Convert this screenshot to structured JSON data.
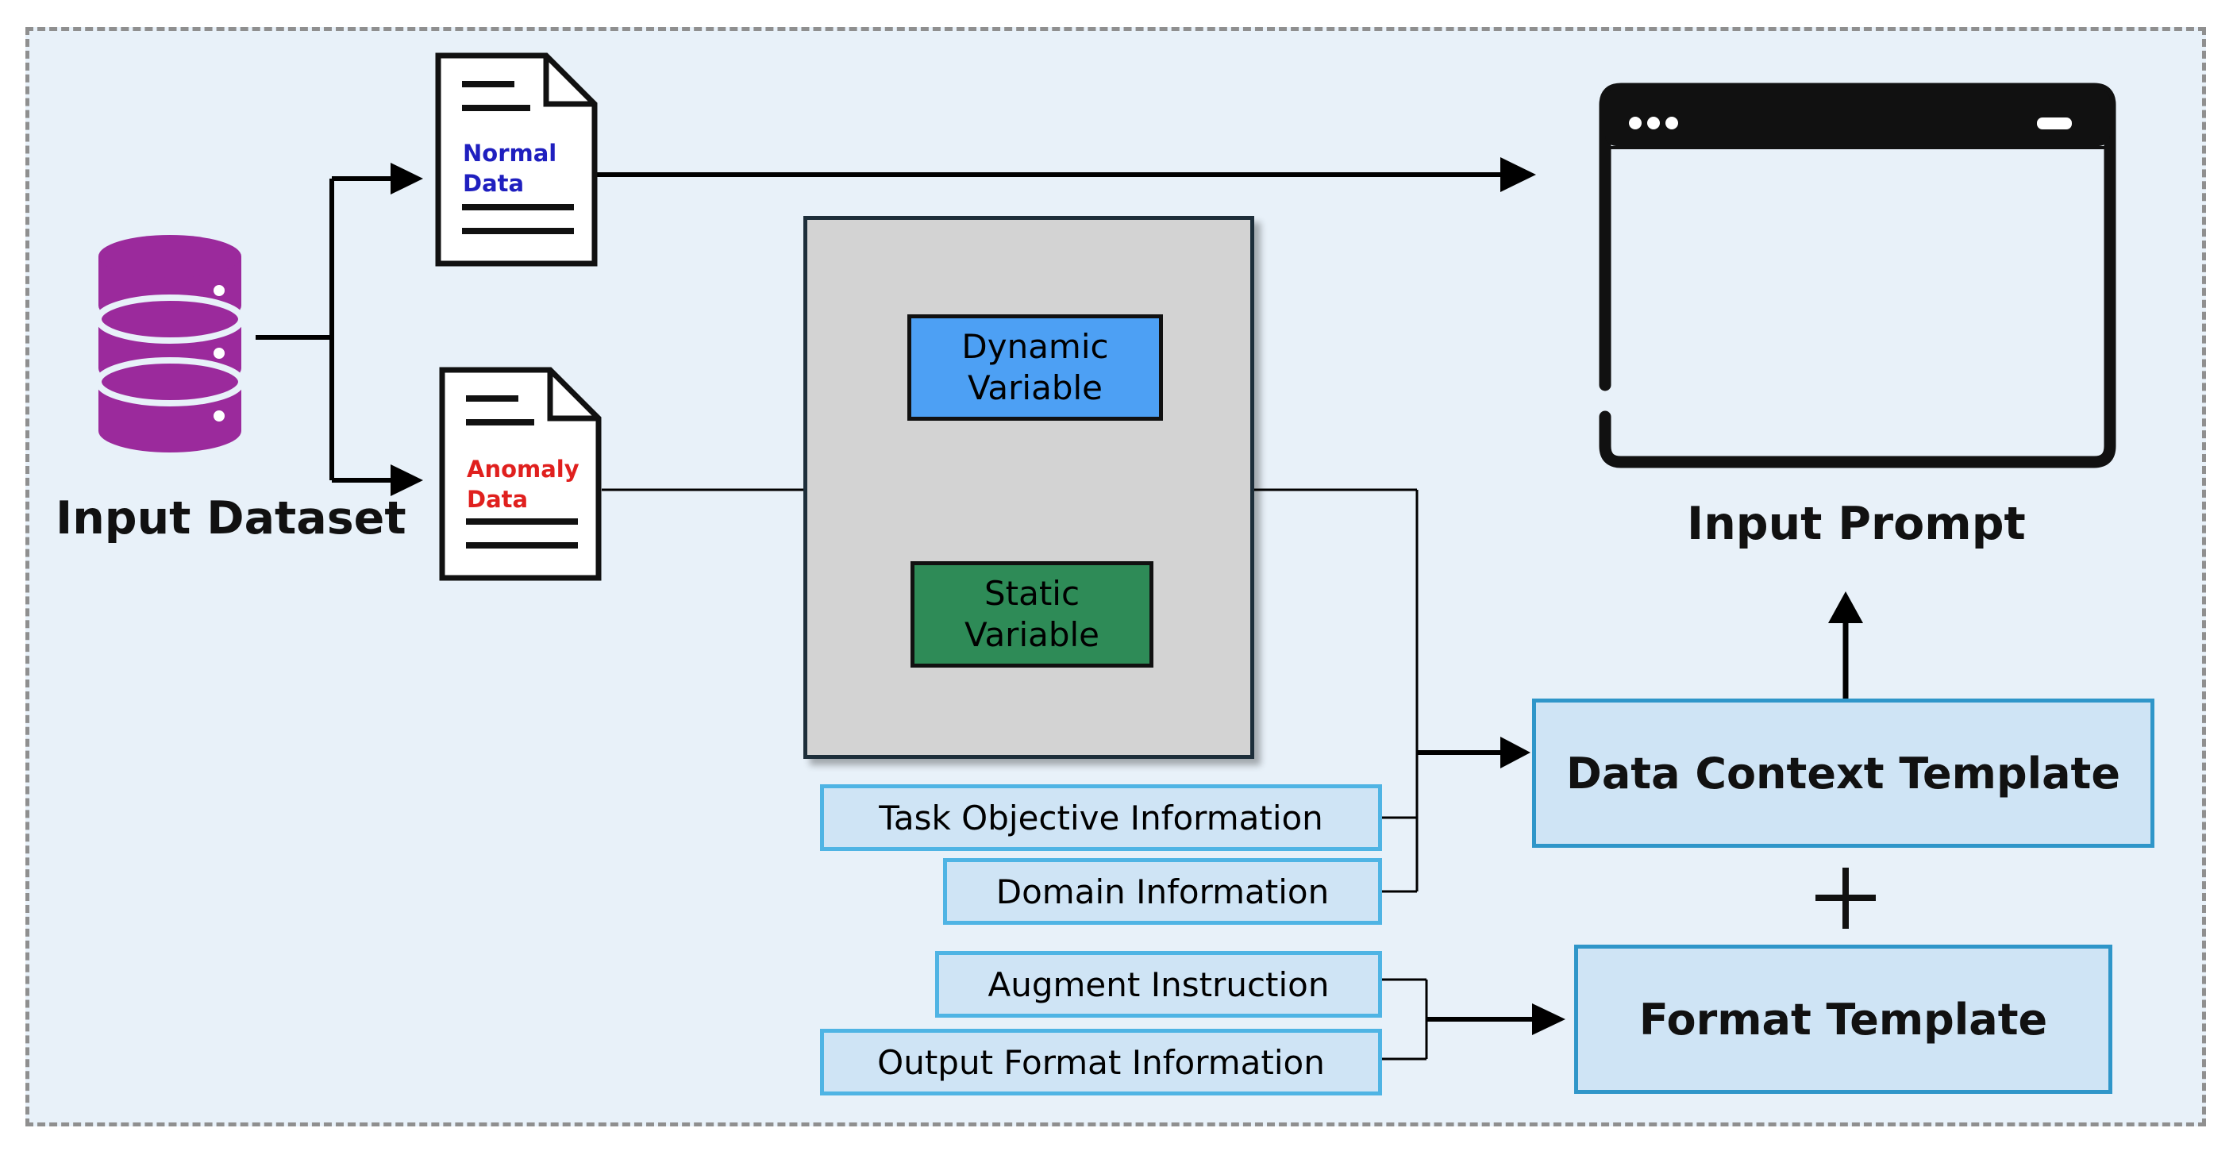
{
  "dataset": {
    "label": "Input Dataset"
  },
  "normal_doc": {
    "label": "Normal\nData",
    "color": "#1f1fbf"
  },
  "anomaly_doc": {
    "label": "Anomaly\nData",
    "color": "#e0201e"
  },
  "dynamic_variable": {
    "label": "Dynamic\nVariable",
    "color": "#4da0f4"
  },
  "static_variable": {
    "label": "Static\nVariable",
    "color": "#2e8b57"
  },
  "info_items": {
    "task_objective": "Task Objective Information",
    "domain": "Domain Information",
    "augment": "Augment Instruction",
    "output_format": "Output Format Information"
  },
  "templates": {
    "data_context": "Data Context Template",
    "format": "Format Template",
    "plus": "+"
  },
  "input_prompt": {
    "label": "Input Prompt"
  },
  "colors": {
    "database": "#9b2a9c",
    "background": "#e8f1f9",
    "info_fill": "#cfe4f5",
    "info_border": "#4fb4e4",
    "template_border": "#2f96c9",
    "group_fill": "#d3d3d3"
  }
}
